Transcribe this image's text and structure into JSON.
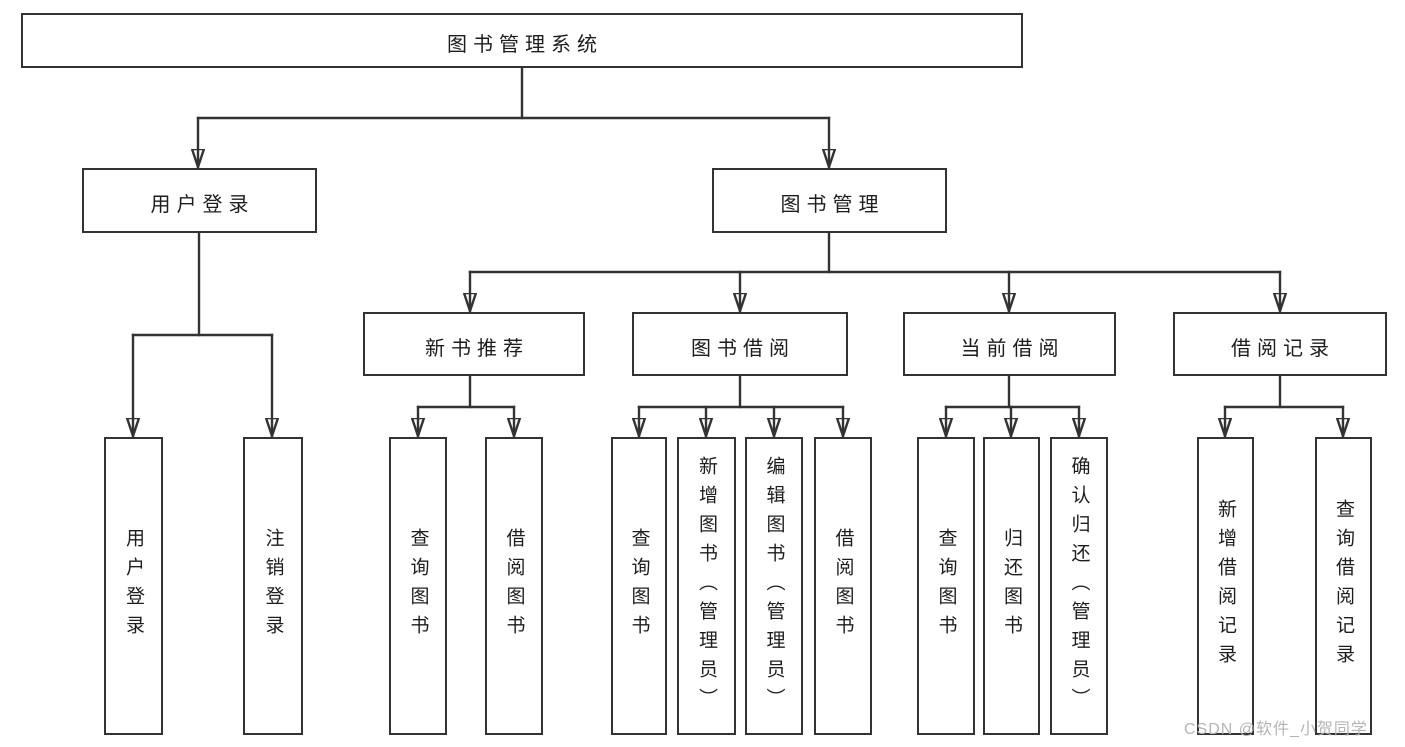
{
  "colors": {
    "line": "#333333",
    "box_border": "#333333",
    "text": "#1d1d1d",
    "background": "#ffffff",
    "watermark": "#b4b4b4"
  },
  "watermark": {
    "text": "CSDN @软件_小贺同学"
  },
  "tree": {
    "label": "图书管理系统",
    "children": [
      {
        "label": "用户登录",
        "children": [
          {
            "label": "用户登录"
          },
          {
            "label": "注销登录"
          }
        ]
      },
      {
        "label": "图书管理",
        "children": [
          {
            "label": "新书推荐",
            "children": [
              {
                "label": "查询图书"
              },
              {
                "label": "借阅图书"
              }
            ]
          },
          {
            "label": "图书借阅",
            "children": [
              {
                "label": "查询图书"
              },
              {
                "label": "新增图书（管理员）"
              },
              {
                "label": "编辑图书（管理员）"
              },
              {
                "label": "借阅图书"
              }
            ]
          },
          {
            "label": "当前借阅",
            "children": [
              {
                "label": "查询图书"
              },
              {
                "label": "归还图书"
              },
              {
                "label": "确认归还（管理员）"
              }
            ]
          },
          {
            "label": "借阅记录",
            "children": [
              {
                "label": "新增借阅记录"
              },
              {
                "label": "查询借阅记录"
              }
            ]
          }
        ]
      }
    ]
  }
}
